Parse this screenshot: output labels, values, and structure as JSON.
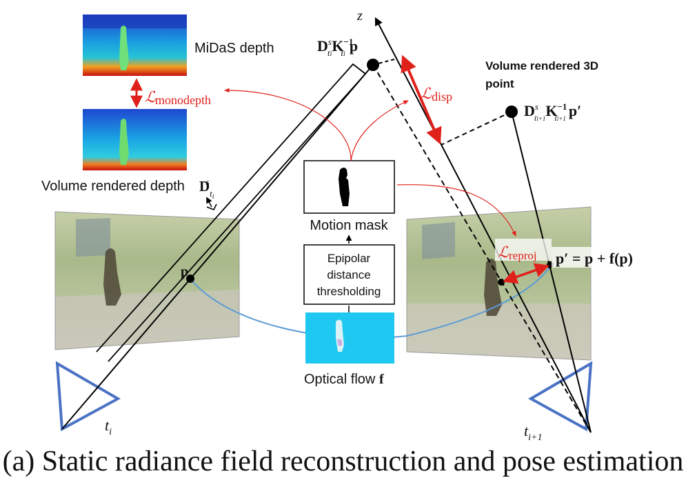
{
  "labels": {
    "midas_depth": "MiDaS depth",
    "volume_rendered_depth": "Volume rendered depth",
    "volume_rendered_point_line1": "Volume rendered 3D",
    "volume_rendered_point_line2": "point",
    "motion_mask": "Motion mask",
    "epipolar_line1": "Epipolar",
    "epipolar_line2": "distance",
    "epipolar_line3": "thresholding",
    "optical_flow": "Optical flow",
    "optical_flow_symbol": "f",
    "z_axis": "z",
    "point_p": "p",
    "point_p_prime_eq": "p′ = p + f(p)",
    "camera_i": "t",
    "camera_i_sub": "i",
    "camera_i1": "t",
    "camera_i1_sub": "i+1"
  },
  "losses": {
    "monodepth": "monodepth",
    "disp": "disp",
    "reproj": "reproj",
    "symbol": "ℒ"
  },
  "colors": {
    "loss_red": "#e0201b",
    "camera_blue": "#4a72c4",
    "epipolar_blue": "#5b9bd5",
    "flow_cyan": "#1ec8f0"
  },
  "caption": "(a) Static radiance field reconstruction and pose estimation"
}
